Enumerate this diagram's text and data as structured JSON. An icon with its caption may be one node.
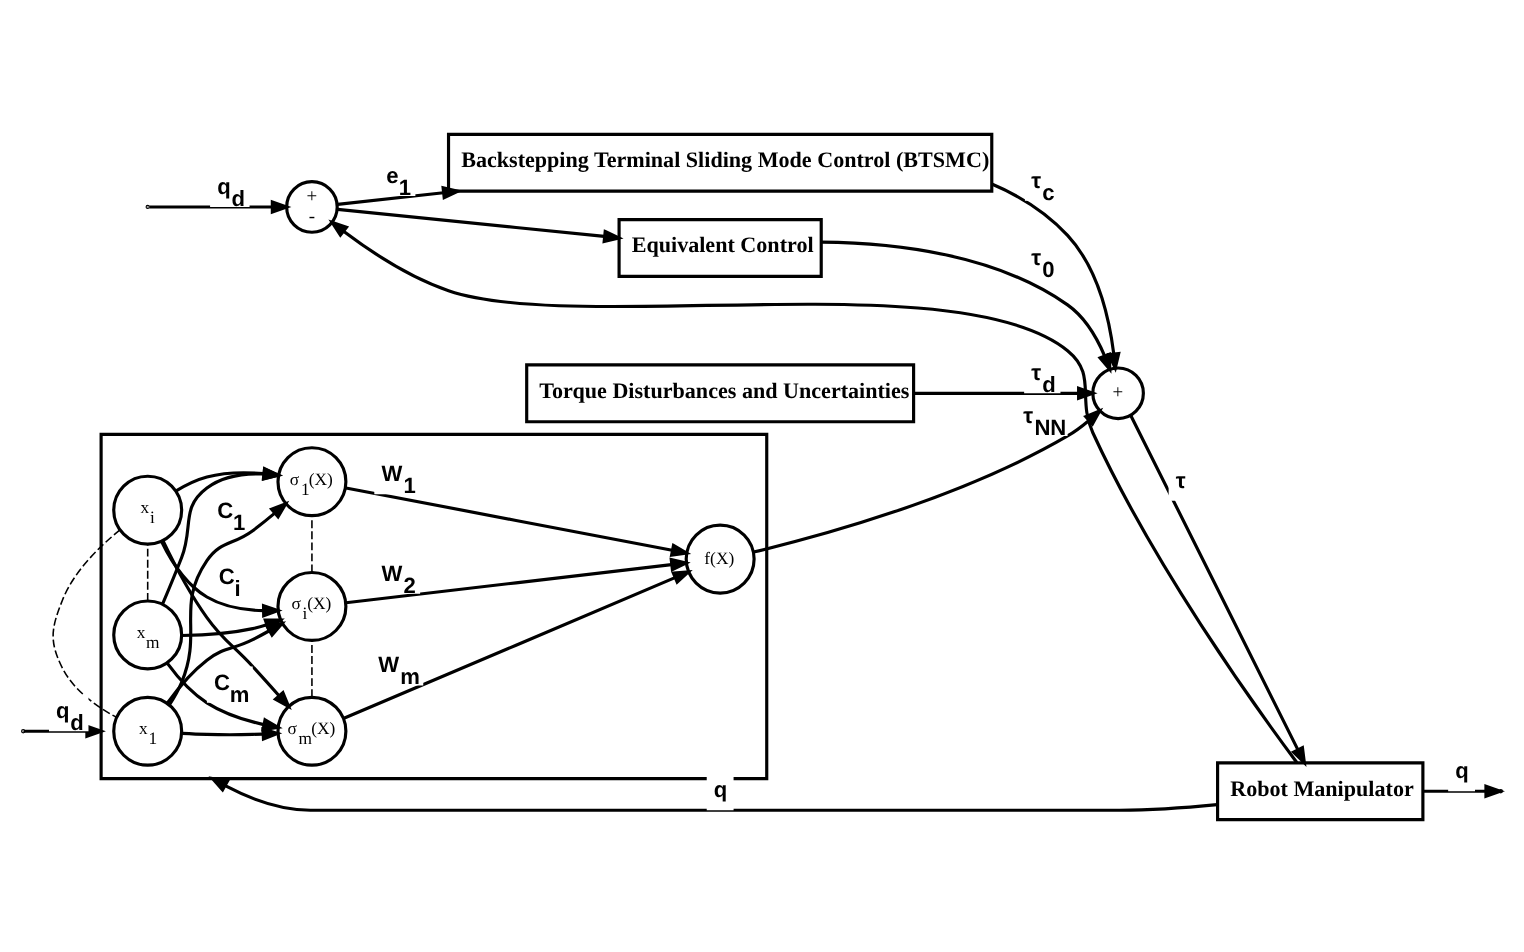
{
  "diagram": {
    "nodes": [
      {
        "text": [],
        "shape": "box"
      },
      {
        "text": [
          "x$_{1}$"
        ],
        "in": 0
      },
      {
        "text": [
          "x$_{i}$"
        ],
        "in": 0
      },
      {
        "text": [
          "x$_{m}$"
        ],
        "in": 0
      },
      {
        "text": [
          "σ$_{1}$(X)"
        ],
        "in": 0
      },
      {
        "text": [
          "σ$_{i}$(X)"
        ],
        "in": 0
      },
      {
        "text": [
          "σ$_{m}$(X)"
        ],
        "in": 0
      },
      {
        "text": [
          "f(X)"
        ],
        "in": 0
      },
      {
        "text": [
          "Equivalent Control"
        ]
      },
      {
        "text": [
          "+",
          "-"
        ]
      },
      {
        "text": [
          "Backstepping Terminal Sliding Mode Control (BTSMC)"
        ]
      },
      {
        "text": [
          "+"
        ]
      },
      {
        "text": [
          "Robot Manipulator"
        ]
      },
      {
        "text": [
          "Torque Disturbances and Uncertainties"
        ]
      }
    ],
    "edges": [
      {
        "from": 1,
        "to": 4,
        "arrow": "to",
        "label": "C$_{1}$"
      },
      {
        "from": 1,
        "to": 5,
        "arrow": "to"
      },
      {
        "from": 1,
        "to": 6,
        "arrow": "to"
      },
      {
        "from": 2,
        "to": 4,
        "arrow": "to"
      },
      {
        "from": 2,
        "to": 5,
        "arrow": "to",
        "label": "C$_{i}$"
      },
      {
        "from": 2,
        "to": 6,
        "arrow": "to"
      },
      {
        "from": 3,
        "to": 4,
        "arrow": "to"
      },
      {
        "from": 3,
        "to": 5,
        "arrow": "to"
      },
      {
        "from": 3,
        "to": 6,
        "arrow": "to",
        "label": "C$_{m}$"
      },
      {
        "from": 4,
        "to": 7,
        "arrow": "to",
        "label": "W$_{1}$"
      },
      {
        "from": 5,
        "to": 7,
        "arrow": "to",
        "label": "W$_{2}$"
      },
      {
        "from": 6,
        "to": 7,
        "arrow": "to",
        "label": "W$_{m}$"
      },
      {
        "from": 1,
        "to": 2,
        "arrow": "none",
        "style": "dashed"
      },
      {
        "from": 2,
        "to": 3,
        "arrow": "none",
        "style": "dashed"
      },
      {
        "from": 4,
        "to": 5,
        "arrow": "none",
        "style": "dashed"
      },
      {
        "from": 5,
        "to": 6,
        "arrow": "none",
        "style": "dashed"
      },
      {
        "from": null,
        "to": 9,
        "arrow": "to",
        "label": "q$_{d}$"
      },
      {
        "from": null,
        "to": 0,
        "arrow": "to",
        "label": "q$_{d}$"
      },
      {
        "from": 12,
        "to": 0,
        "arrow": "to",
        "label": "q"
      },
      {
        "from": 9,
        "to": 8,
        "arrow": "to"
      },
      {
        "from": 9,
        "to": 10,
        "arrow": "to",
        "label": "e$_{1}$"
      },
      {
        "from": 8,
        "to": 11,
        "arrow": "to",
        "label": "τ$_{0}$"
      },
      {
        "from": 7,
        "to": 11,
        "arrow": "to",
        "label": "τ$_{NN}$"
      },
      {
        "from": 10,
        "to": 11,
        "arrow": "to",
        "label": "τ$_{c}$"
      },
      {
        "from": 13,
        "to": 11,
        "arrow": "to",
        "label": "τ$_{d}$"
      },
      {
        "from": 11,
        "to": 12,
        "arrow": "to",
        "label": "τ"
      },
      {
        "from": 12,
        "to": null,
        "arrow": "to",
        "label": "q"
      },
      {
        "from": 12,
        "to": 9,
        "arrow": "to"
      }
    ]
  }
}
